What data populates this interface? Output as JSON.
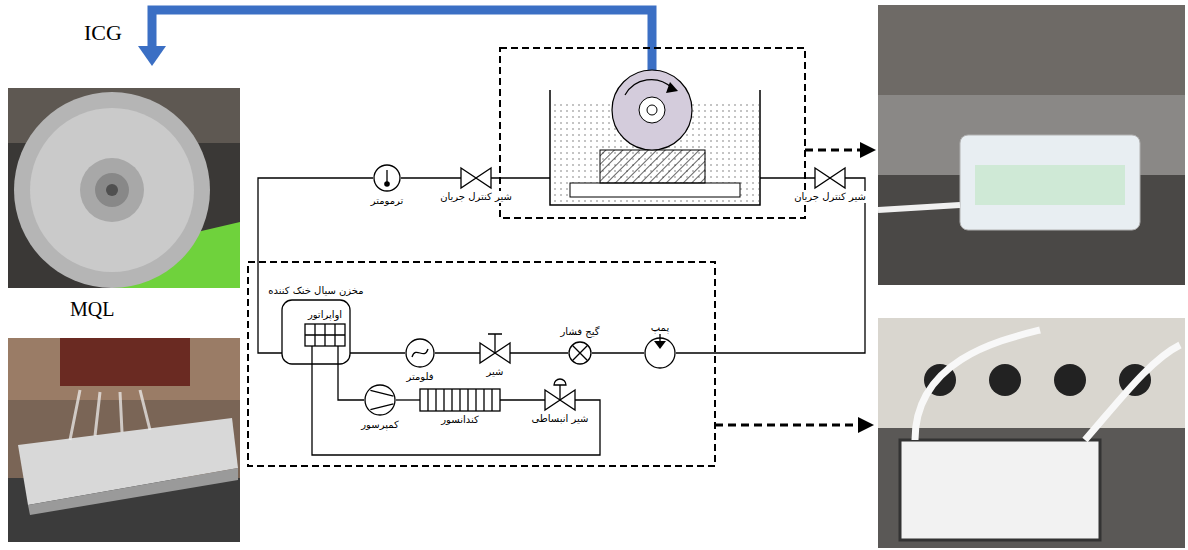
{
  "diagram": {
    "nodes": [
      {
        "text": [
          "ترمومتر"
        ]
      },
      {
        "text": [
          "شیر کنترل جریان"
        ]
      },
      {
        "text": [
          "شیر کنترل جریان"
        ]
      },
      {
        "text": [
          "مخزن سیال خنک کننده"
        ]
      },
      {
        "text": [
          "اواپراتور"
        ],
        "in": 3
      },
      {
        "text": [
          "فلومتر"
        ]
      },
      {
        "text": [
          "شیر"
        ]
      },
      {
        "text": [
          "گیج فشار"
        ]
      },
      {
        "text": [
          "پمپ"
        ]
      },
      {
        "text": [
          "کمپرسور"
        ]
      },
      {
        "text": [
          "کندانسور"
        ]
      },
      {
        "text": [
          "شیر انبساطی"
        ]
      }
    ],
    "edges": [
      {
        "from": 3,
        "to": 5,
        "arrow": "none"
      },
      {
        "from": 5,
        "to": 6,
        "arrow": "none"
      },
      {
        "from": 6,
        "to": 7,
        "arrow": "none"
      },
      {
        "from": 7,
        "to": 8,
        "arrow": "none"
      },
      {
        "from": 8,
        "to": 2,
        "arrow": "none"
      },
      {
        "from": 1,
        "to": 0,
        "arrow": "none"
      },
      {
        "from": 0,
        "to": 3,
        "arrow": "none"
      },
      {
        "from": 4,
        "to": 9,
        "arrow": "none"
      },
      {
        "from": 9,
        "to": 10,
        "arrow": "none"
      },
      {
        "from": 10,
        "to": 11,
        "arrow": "none"
      },
      {
        "from": 11,
        "to": 4,
        "arrow": "none"
      }
    ],
    "labels": [
      "ICG",
      "MQL"
    ]
  }
}
